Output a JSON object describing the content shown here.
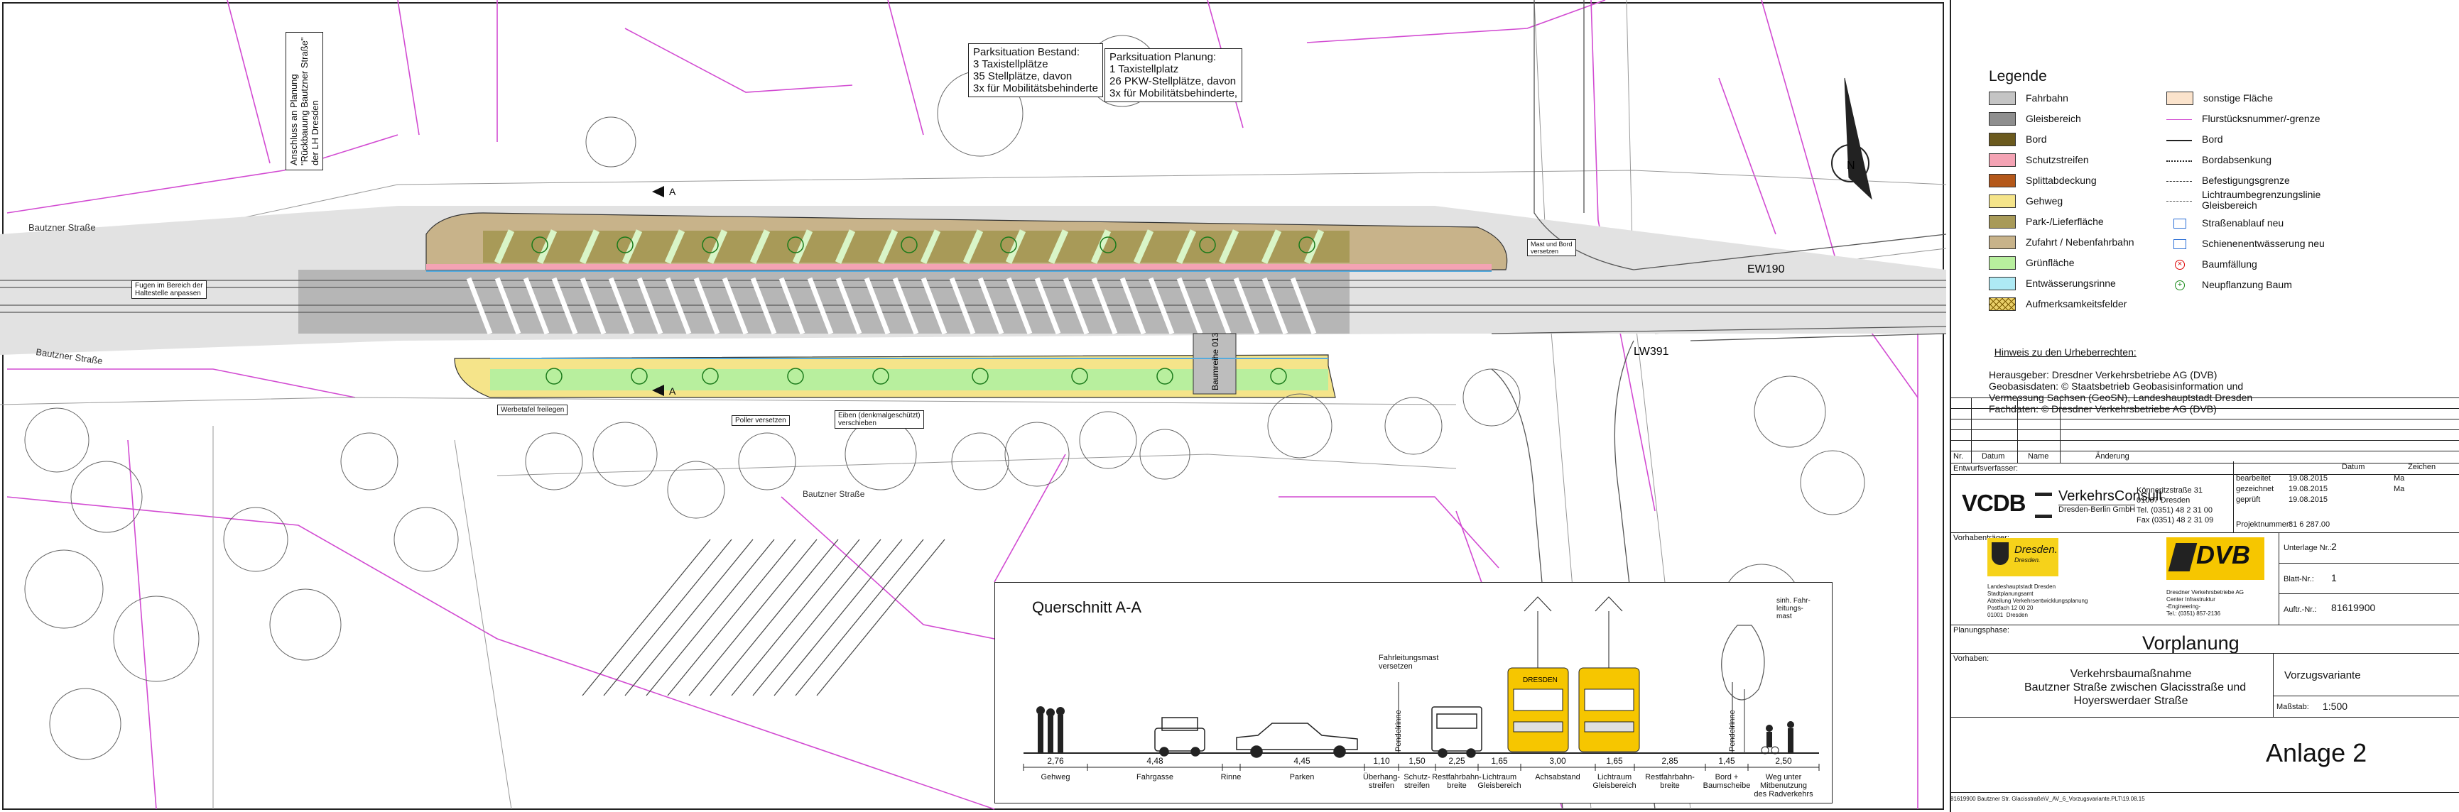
{
  "notes": {
    "bestand": "Parksituation Bestand:\n3 Taxistellplätze\n35 Stellplätze, davon\n3x für Mobilitätsbehinderte",
    "planung": "Parksituation Planung:\n1 Taxistellplatz\n26 PKW-Stellplätze, davon\n3x für Mobilitätsbehinderte,",
    "anschluss": "Anschluss an Planung\n\"Rückbauung Bautzner Straße\"\nder LH Dresden",
    "fugen": "Fugen im Bereich der\nHaltestelle anpassen",
    "werbetafel": "Werbetafel freilegen",
    "poller": "Poller versetzen",
    "eiben": "Eiben (denkmalgeschützt)\nverschieben",
    "mast": "Mast und Bord\nversetzen"
  },
  "plan_labels": {
    "street_1": "Bautzner Straße",
    "street_2": "Bautzner Straße",
    "street_3": "Bautzner Straße",
    "ew": "EW190",
    "lw": "LW391",
    "baum": "Baumreihe 013",
    "section_a1": "A",
    "section_a2": "A",
    "north": "N"
  },
  "legend": {
    "title": "Legende",
    "left": [
      {
        "label": "Fahrbahn",
        "color": "#c4c4c4"
      },
      {
        "label": "Gleisbereich",
        "color": "#8e8e8e"
      },
      {
        "label": "Bord",
        "color": "#6b5a1e"
      },
      {
        "label": "Schutzstreifen",
        "color": "#f4a3b4"
      },
      {
        "label": "Splittabdeckung",
        "color": "#b4581a"
      },
      {
        "label": "Gehweg",
        "color": "#f5e48a"
      },
      {
        "label": "Park-/Lieferfläche",
        "color": "#a89a58"
      },
      {
        "label": "Zufahrt / Nebenfahrbahn",
        "color": "#c8b38a"
      },
      {
        "label": "Grünfläche",
        "color": "#b8ef9e"
      },
      {
        "label": "Entwässerungsrinne",
        "color": "#aeeaf4"
      },
      {
        "label": "Aufmerksamkeitsfelder",
        "color": "#e9cf6a"
      }
    ],
    "right": [
      {
        "label": "sonstige Fläche",
        "icon": "peach-swatch"
      },
      {
        "label": "Flurstücksnummer/-grenze",
        "icon": "parcel-line"
      },
      {
        "label": "Bord",
        "icon": "curb-line"
      },
      {
        "label": "Bordabsenkung",
        "icon": "curb-drop-line"
      },
      {
        "label": "Befestigungsgrenze",
        "icon": "dash-line"
      },
      {
        "label": "Lichtraumbegrenzungslinie Gleisbereich",
        "icon": "dash-dot-line"
      },
      {
        "label": "Straßenablauf neu",
        "icon": "drain-new"
      },
      {
        "label": "Schienenentwässerung neu",
        "icon": "rail-drain-new"
      },
      {
        "label": "Baumfällung",
        "icon": "tree-removal"
      },
      {
        "label": "Neupflanzung Baum",
        "icon": "tree-plant"
      }
    ]
  },
  "credits": {
    "heading": "Hinweis zu den Urheberrechten:",
    "lines": "Herausgeber: Dresdner Verkehrsbetriebe AG (DVB)\nGeobasisdaten: © Staatsbetrieb Geobasisinformation und\nVermessung Sachsen (GeoSN), Landeshauptstadt Dresden\nFachdaten: © Dresdner Verkehrsbetriebe AG (DVB)"
  },
  "title_block": {
    "rev_headers": [
      "Nr.",
      "Datum",
      "Name",
      "Änderung"
    ],
    "entwurf_label": "Entwurfsverfasser:",
    "firm_abbr": "VCDB",
    "firm_name": "VerkehrsConsult",
    "firm_sub": "Dresden-Berlin GmbH",
    "firm_address": "Könneritzstraße 31\n01067 Dresden\nTel. (0351) 48 2 31 00\nFax (0351) 48 2 31 09",
    "sign_headers": [
      "Datum",
      "Zeichen"
    ],
    "sign_rows": [
      [
        "bearbeitet",
        "19.08.2015",
        "Ma"
      ],
      [
        "gezeichnet",
        "19.08.2015",
        "Ma"
      ],
      [
        "geprüft",
        "19.08.2015",
        ""
      ]
    ],
    "projektnummer_label": "Projektnummer:",
    "projektnummer": "81 6 287.00",
    "vorhabentraeger_label": "Vorhabenträger:",
    "city_logo": "Dresden.",
    "city_logo_sub": "Dresden.",
    "city_address": "Landeshauptstadt Dresden\nStadtplanungsamt\nAbteilung Verkehrsentwicklungsplanung\nPostfach 12 00 20\n01001  Dresden",
    "dvb_logo": "DVB",
    "dvb_address": "Dresdner Verkehrsbetriebe AG\nCenter Infrastruktur\n-Engineering-\nTel.: (0351) 857-2136",
    "unterlage_label": "Unterlage Nr.:",
    "unterlage": "2",
    "blatt_label": "Blatt-Nr.:",
    "blatt": "1",
    "auftr_label": "Auftr.-Nr.:",
    "auftr": "81619900",
    "planungsphase_label": "Planungsphase:",
    "planungsphase": "Vorplanung",
    "vorhaben_label": "Vorhaben:",
    "vorhaben": "Verkehrsbaumaßnahme\nBautzner Straße zwischen Glacisstraße und\nHoyerswerdaer Straße",
    "variante": "Vorzugsvariante",
    "massstab_label": "Maßstab:",
    "massstab": "1:500",
    "anlage": "Anlage 2",
    "file_path": "81619900 Bautzner Str. Glacisstraße\\V_AV_6_Vorzugsvariante.PLT\\19.08.15"
  },
  "cross_section": {
    "title": "Querschnitt A-A",
    "fahrleitungsmast": "Fahrleitungsmast\nversetzen",
    "pendelrinne_1": "Pendelrinne",
    "pendelrinne_2": "Pendelrinne",
    "tree_note": "sinh. Fahr-\nleitungs-\nmast",
    "tram_label": "DRESDEN",
    "dims": [
      {
        "value": "2,76",
        "label": "Gehweg"
      },
      {
        "value": "4,48",
        "label": "Fahrgasse"
      },
      {
        "value": "",
        "label": "Rinne"
      },
      {
        "value": "4,45",
        "label": "Parken"
      },
      {
        "value": "1,10",
        "label": "Überhang-\nstreifen"
      },
      {
        "value": "1,50",
        "label": "Schutz-\nstreifen"
      },
      {
        "value": "2,25",
        "label": "Restfahrbahn-\nbreite"
      },
      {
        "value": "1,65",
        "label": "Lichtraum\nGleisbereich"
      },
      {
        "value": "3,00",
        "label": "Achsabstand"
      },
      {
        "value": "1,65",
        "label": "Lichtraum\nGleisbereich"
      },
      {
        "value": "2,85",
        "label": "Restfahrbahn-\nbreite"
      },
      {
        "value": "1,45",
        "label": "Bord +\nBaumscheibe"
      },
      {
        "value": "2,50",
        "label": "Weg unter\nMitbenutzung\ndes Radverkehrs"
      }
    ]
  }
}
